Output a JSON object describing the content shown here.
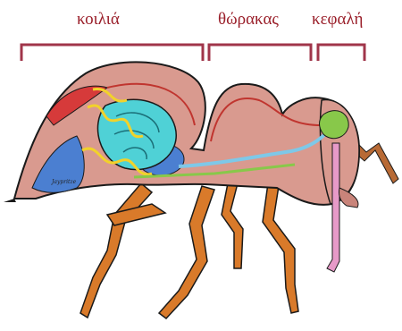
{
  "labels": {
    "abdomen": "κοιλιά",
    "thorax": "θώρακας",
    "head": "κεφαλή"
  },
  "signature": "Jaypritze",
  "colors": {
    "label_text": "#9a1f2a",
    "bracket": "#a0354a",
    "body_fill": "#d99a8f",
    "outline": "#1a1a1a",
    "crop": "#4fd1d6",
    "nerve_cord": "#7ec8e8",
    "gut_blue": "#4b7fd1",
    "heart_red": "#d63a3a",
    "green_gland": "#88c84a",
    "yellow_tubules": "#f2d22a",
    "legs": "#d97a2a",
    "pink_gland": "#e79ac8"
  }
}
